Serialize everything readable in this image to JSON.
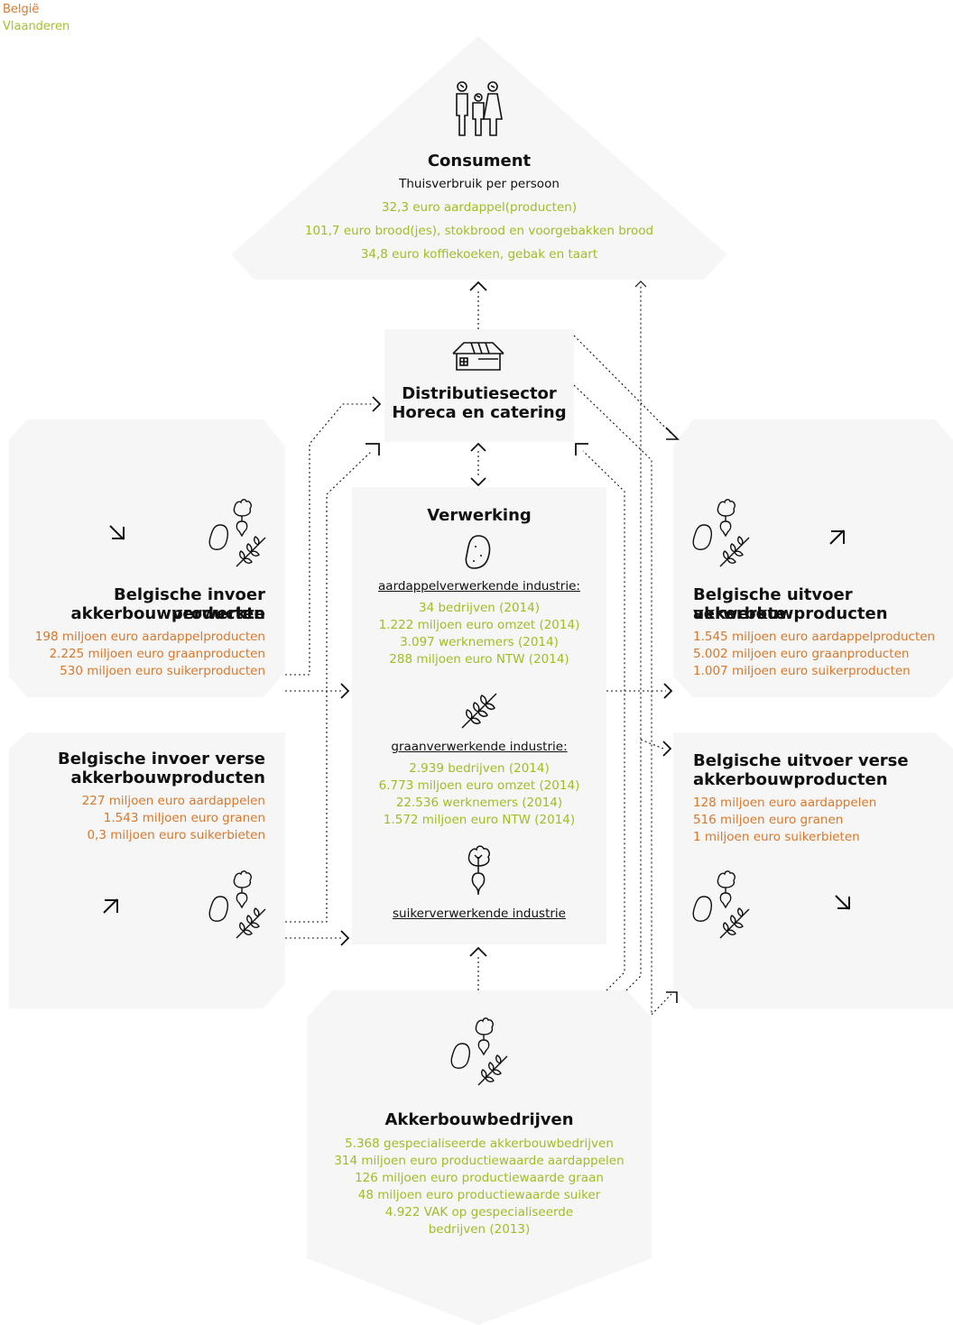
{
  "legend": {
    "belgie": "België",
    "vlaanderen": "Vlaanderen"
  },
  "colors": {
    "belgie": "#d9782a",
    "vlaanderen": "#9fbd25",
    "box": "#f6f6f6"
  },
  "consument": {
    "title": "Consument",
    "subtitle": "Thuisverbruik per persoon",
    "lines": [
      "32,3 euro aardappel(producten)",
      "101,7 euro brood(jes), stokbrood en voorgebakken brood",
      "34,8 euro koffiekoeken, gebak en taart"
    ]
  },
  "distributie": {
    "line1": "Distributiesector",
    "line2": "Horeca en catering"
  },
  "verwerking": {
    "title": "Verwerking",
    "aardappel": {
      "heading": "aardappelverwerkende industrie:",
      "lines": [
        "34 bedrijven (2014)",
        "1.222 miljoen euro omzet (2014)",
        "3.097 werknemers (2014)",
        "288 miljoen euro NTW (2014)"
      ]
    },
    "graan": {
      "heading": "graanverwerkende industrie:",
      "lines": [
        "2.939 bedrijven (2014)",
        "6.773 miljoen euro omzet (2014)",
        "22.536 werknemers (2014)",
        "1.572 miljoen euro NTW (2014)"
      ]
    },
    "suiker": {
      "heading": "suikerverwerkende industrie"
    }
  },
  "invoer_verwerkt": {
    "title1": "Belgische invoer verwerkte",
    "title2": "akkerbouwproducten",
    "lines": [
      "198 miljoen euro aardappelproducten",
      "2.225 miljoen euro graanproducten",
      "530 miljoen euro suikerproducten"
    ]
  },
  "invoer_vers": {
    "title1": "Belgische invoer verse",
    "title2": "akkerbouwproducten",
    "lines": [
      "227 miljoen euro aardappelen",
      "1.543 miljoen euro granen",
      "0,3 miljoen euro suikerbieten"
    ]
  },
  "uitvoer_verwerkt": {
    "title1": "Belgische uitvoer verwerkte",
    "title2": "akkerbouwproducten",
    "lines": [
      "1.545 miljoen euro aardappelproducten",
      "5.002 miljoen euro graanproducten",
      "1.007 miljoen euro suikerproducten"
    ]
  },
  "uitvoer_vers": {
    "title1": "Belgische uitvoer verse",
    "title2": "akkerbouwproducten",
    "lines": [
      "128 miljoen euro aardappelen",
      "516 miljoen euro granen",
      "1 miljoen euro suikerbieten"
    ]
  },
  "akkerbouw": {
    "title": "Akkerbouwbedrijven",
    "lines": [
      "5.368 gespecialiseerde akkerbouwbedrijven",
      "314 miljoen euro productiewaarde aardappelen",
      "126 miljoen euro productiewaarde graan",
      "48 miljoen euro productiewaarde suiker",
      "4.922 VAK op gespecialiseerde",
      "bedrijven (2013)"
    ]
  },
  "icons": [
    "family-icon",
    "shop-icon",
    "potato-icon",
    "wheat-icon",
    "sugar-beet-icon",
    "arrow-icon"
  ]
}
